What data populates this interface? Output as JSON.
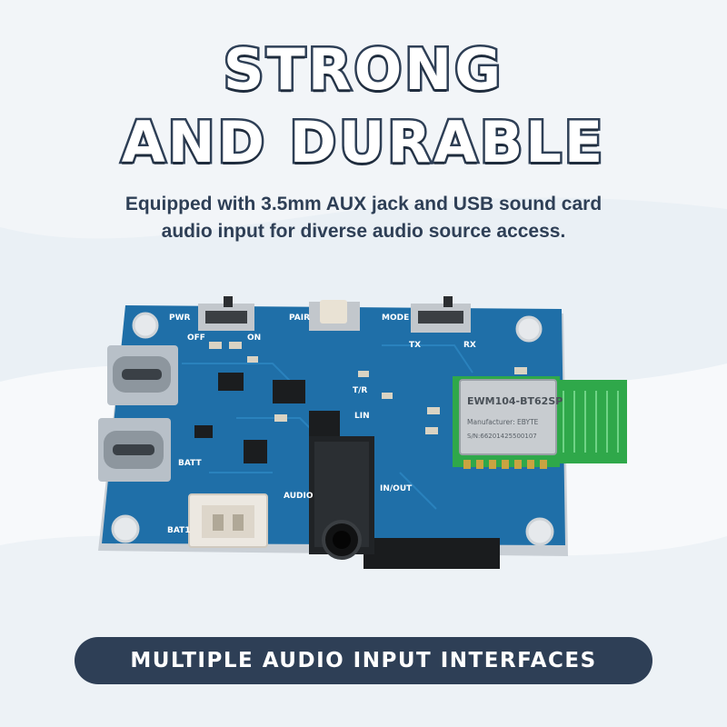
{
  "headline": {
    "line1": "STRONG",
    "line2": "AND DURABLE"
  },
  "subtitle": {
    "line1": "Equipped with 3.5mm AUX jack and USB sound card",
    "line2": "audio input for diverse audio source access."
  },
  "board": {
    "module_name": "EWM104-BT62SP",
    "module_maker": "Manufacturer: EBYTE",
    "module_sn": "S/N:66201425500107",
    "silkscreen": {
      "pwr": "PWR",
      "off": "OFF",
      "on": "ON",
      "pair": "PAIR",
      "mode": "MODE",
      "tx": "TX",
      "rx": "RX",
      "batt": "BATT",
      "bat1": "BAT1",
      "audio": "AUDIO",
      "in_out": "IN/OUT",
      "tr": "T/R",
      "lin": "LIN"
    }
  },
  "banner": {
    "text": "MULTIPLE AUDIO INPUT INTERFACES"
  },
  "colors": {
    "navy": "#2e3f56",
    "pcb": "#1f6fa8",
    "antenna": "#2fa84a"
  }
}
